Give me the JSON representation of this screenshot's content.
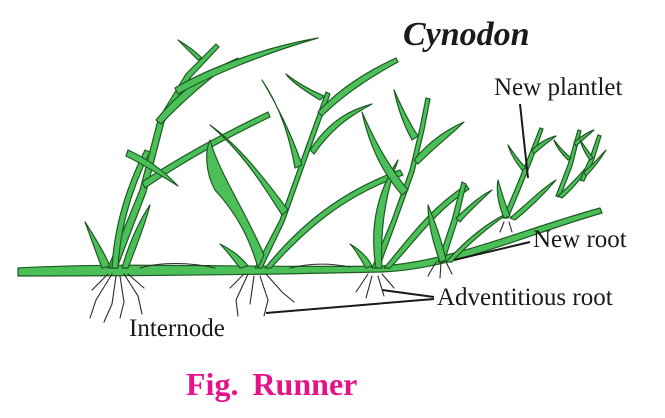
{
  "diagram": {
    "title": "Cynodon",
    "caption": "Fig.  Runner",
    "labels": {
      "new_plantlet": "New plantlet",
      "new_root": "New root",
      "adventitious_root": "Adventitious root",
      "internode": "Internode"
    },
    "colors": {
      "leaf_fill": "#4bbf58",
      "leaf_outline": "#1f5a24",
      "root": "#2b2b2b",
      "label_text": "#1a1a1a",
      "caption_text": "#e5138a",
      "background": "#ffffff"
    }
  }
}
